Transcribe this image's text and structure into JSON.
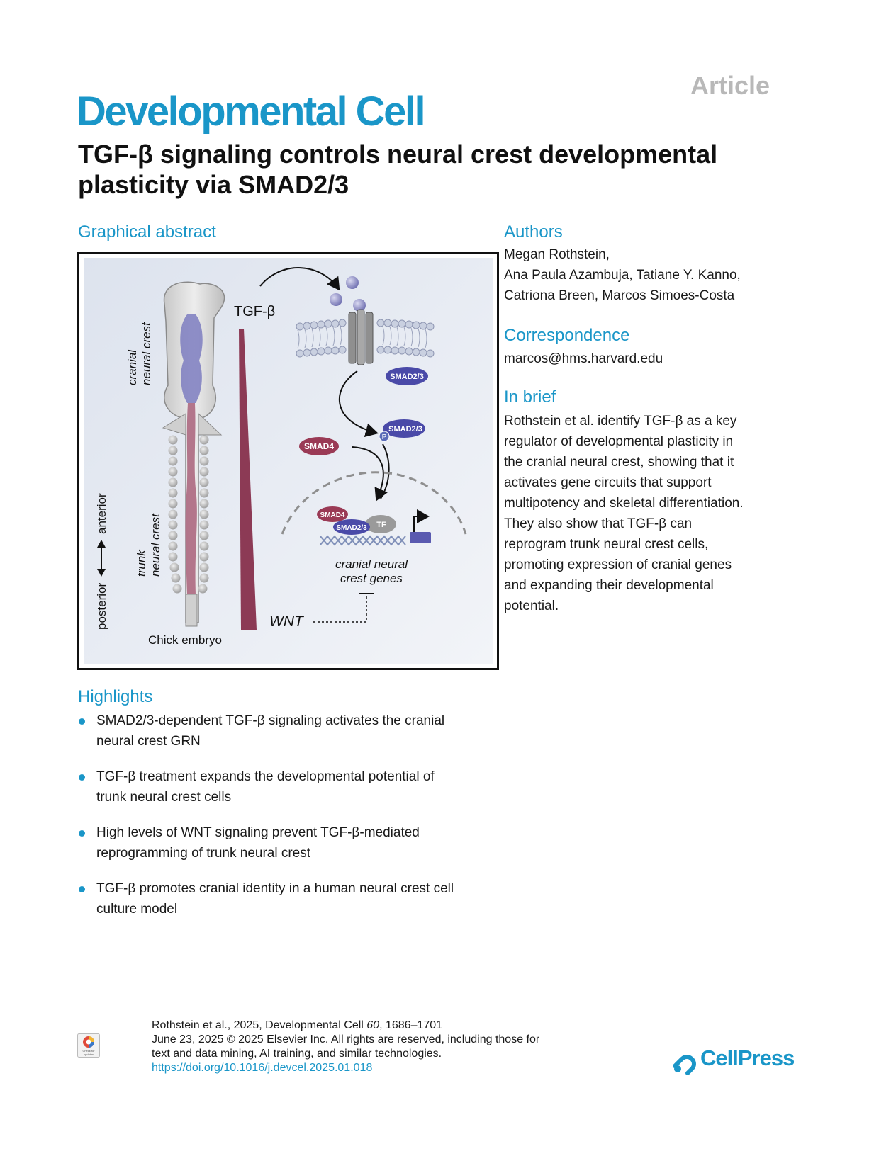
{
  "header": {
    "article_label": "Article",
    "journal": "Developmental Cell",
    "title": "TGF-β signaling controls neural crest developmental plasticity via SMAD2/3"
  },
  "graphical_abstract": {
    "heading": "Graphical abstract",
    "labels": {
      "cranial_neural_crest_1": "cranial",
      "cranial_neural_crest_2": "neural crest",
      "trunk_neural_crest_1": "trunk",
      "trunk_neural_crest_2": "neural crest",
      "anterior": "anterior",
      "posterior": "posterior",
      "chick_embryo": "Chick embryo",
      "tgfb": "TGF-β",
      "smad23_top": "SMAD2/3",
      "smad23_p": "SMAD2/3",
      "phospho": "P",
      "smad4": "SMAD4",
      "smad4_complex": "SMAD4",
      "smad23_complex": "SMAD2/3",
      "tf": "TF",
      "genes_1": "cranial neural",
      "genes_2": "crest genes",
      "wnt": "WNT"
    },
    "colors": {
      "smad23": "#4a4aa8",
      "smad4": "#9a3a55",
      "gradient": "#8c3a55",
      "neural_tube": "#7c7cc0",
      "background": "#e4e9f1"
    }
  },
  "authors": {
    "heading": "Authors",
    "lines": [
      "Megan Rothstein,",
      "Ana Paula Azambuja, Tatiane Y. Kanno,",
      "Catriona Breen, Marcos Simoes-Costa"
    ]
  },
  "correspondence": {
    "heading": "Correspondence",
    "email": "marcos@hms.harvard.edu"
  },
  "in_brief": {
    "heading": "In brief",
    "lines": [
      "Rothstein et al. identify TGF-β as a key",
      "regulator of developmental plasticity in",
      "the cranial neural crest, showing that it",
      "activates gene circuits that support",
      "multipotency and skeletal differentiation.",
      "They also show that TGF-β can",
      "reprogram trunk neural crest cells,",
      "promoting expression of cranial genes",
      "and expanding their developmental",
      "potential."
    ]
  },
  "highlights": {
    "heading": "Highlights",
    "items": [
      {
        "line1": "SMAD2/3-dependent TGF-β signaling activates the cranial",
        "line2": "neural crest GRN"
      },
      {
        "line1": "TGF-β treatment expands the developmental potential of",
        "line2": "trunk neural crest cells"
      },
      {
        "line1": "High levels of WNT signaling prevent TGF-β-mediated",
        "line2": "reprogramming of trunk neural crest"
      },
      {
        "line1": "TGF-β promotes cranial identity in a human neural crest cell",
        "line2": "culture model"
      }
    ]
  },
  "footer": {
    "citation_prefix": "Rothstein et al., 2025, Developmental Cell ",
    "volume": "60",
    "pages": ", 1686–1701",
    "line2": "June 23, 2025 © 2025 Elsevier Inc. All rights are reserved, including those for",
    "line3": "text and data mining, AI training, and similar technologies.",
    "doi": "https://doi.org/10.1016/j.devcel.2025.01.018"
  },
  "publisher": {
    "name": "CellPress",
    "badge_text_1": "Check for",
    "badge_text_2": "updates"
  }
}
